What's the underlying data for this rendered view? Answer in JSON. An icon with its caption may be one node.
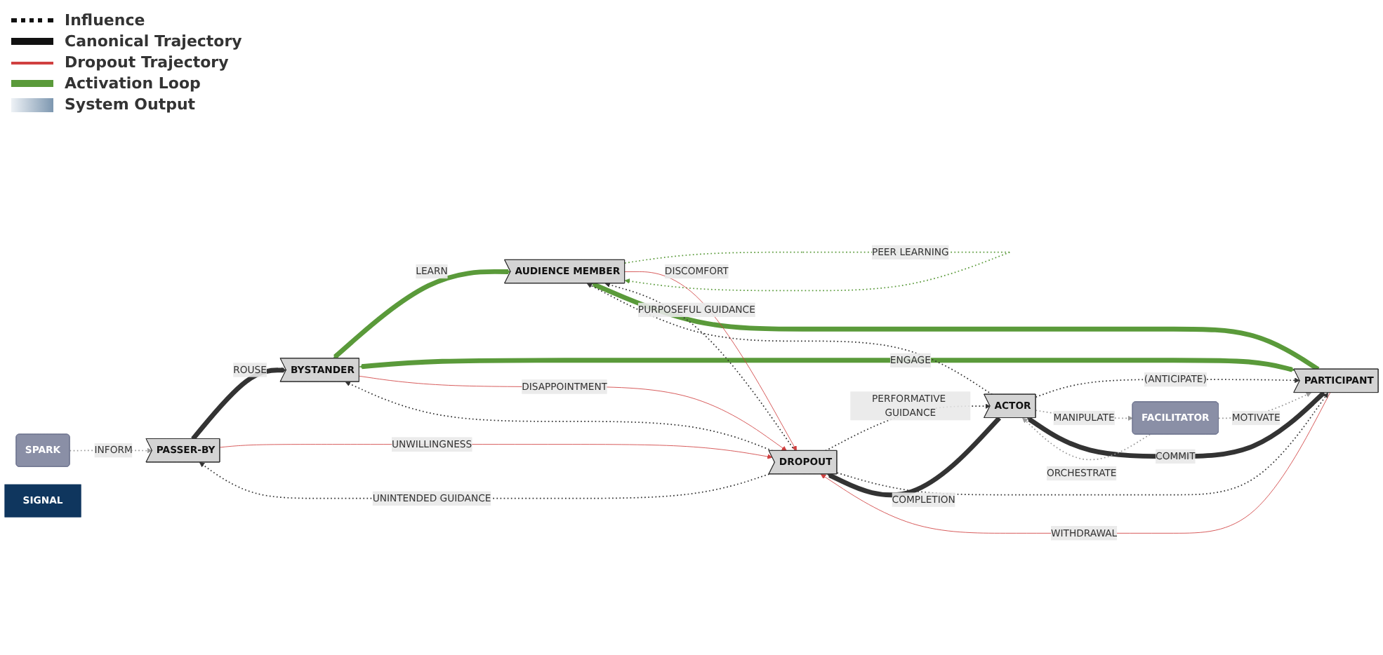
{
  "diagram": {
    "nodes": [
      {
        "text": [
          "SPARK"
        ]
      },
      {
        "text": [
          "FACILITATOR"
        ]
      },
      {
        "text": [
          "PASSER-BY"
        ]
      },
      {
        "text": [
          "BYSTANDER"
        ]
      },
      {
        "text": [
          "AUDIENCE MEMBER"
        ]
      },
      {
        "text": [
          "PARTICIPANT"
        ]
      },
      {
        "text": [
          "ACTOR"
        ]
      },
      {
        "text": [
          "DROPOUT"
        ]
      },
      {
        "text": [
          "SIGNAL"
        ]
      }
    ],
    "edges": [
      {
        "from": 0,
        "to": 2,
        "arrow": "to",
        "label": "INFORM",
        "style": "dashed",
        "color": "#999999"
      },
      {
        "from": 2,
        "to": 3,
        "arrow": "to",
        "label": "ROUSE",
        "style": "thick"
      },
      {
        "from": 2,
        "to": 7,
        "arrow": "to",
        "label": "UNWILLINGNESS",
        "color": "#d04040"
      },
      {
        "from": 3,
        "to": 4,
        "arrow": "both",
        "label": "LEARN",
        "style": "thick",
        "color": "#5a9a3a"
      },
      {
        "from": 3,
        "to": 5,
        "arrow": "both",
        "label": "ENGAGE",
        "style": "thick",
        "color": "#5a9a3a"
      },
      {
        "from": 5,
        "to": 4,
        "arrow": "to",
        "style": "thick",
        "color": "#5a9a3a"
      },
      {
        "from": 4,
        "to": 4,
        "arrow": "to",
        "label": "PEER LEARNING",
        "style": "dashed",
        "color": "#5a9a3a"
      },
      {
        "from": 3,
        "to": 7,
        "arrow": "to",
        "label": "DISAPPOINTMENT",
        "color": "#d04040"
      },
      {
        "from": 4,
        "to": 7,
        "arrow": "to",
        "label": "DISCOMFORT",
        "color": "#d04040"
      },
      {
        "from": 5,
        "to": 6,
        "arrow": "to",
        "label": "COMMIT",
        "style": "thick"
      },
      {
        "from": 5,
        "to": 7,
        "arrow": "to",
        "label": "WITHDRAWAL",
        "color": "#d04040"
      },
      {
        "from": 6,
        "to": 7,
        "arrow": "to",
        "label": "COMPLETION",
        "style": "thick"
      },
      {
        "from": 7,
        "to": 2,
        "arrow": "to",
        "label": "UNINTENDED GUIDANCE",
        "style": "dashed"
      },
      {
        "from": 7,
        "to": 4,
        "arrow": "to",
        "label": "PURPOSEFUL GUIDANCE",
        "style": "dashed"
      },
      {
        "from": 7,
        "to": 3,
        "arrow": "to",
        "style": "dashed"
      },
      {
        "from": 7,
        "to": 6,
        "arrow": "to",
        "label": "PERFORMATIVE GUIDANCE",
        "style": "dashed"
      },
      {
        "from": 7,
        "to": 5,
        "arrow": "to",
        "style": "dashed"
      },
      {
        "from": 6,
        "to": 5,
        "arrow": "to",
        "label": "(ANTICIPATE)",
        "style": "dashed"
      },
      {
        "from": 6,
        "to": 4,
        "arrow": "to",
        "style": "dashed"
      },
      {
        "from": 1,
        "to": 5,
        "arrow": "to",
        "label": "MOTIVATE",
        "style": "dashed",
        "color": "#999999"
      },
      {
        "from": 1,
        "to": 6,
        "arrow": "to",
        "label": "ORCHESTRATE",
        "style": "dashed",
        "color": "#999999"
      },
      {
        "from": 6,
        "to": 1,
        "arrow": "to",
        "label": "MANIPULATE",
        "style": "dashed",
        "color": "#999999"
      }
    ],
    "legend": [
      {
        "text": "Influence"
      },
      {
        "text": "Canonical Trajectory"
      },
      {
        "text": "Dropout Trajectory"
      },
      {
        "text": "Activation Loop"
      },
      {
        "text": "System Output"
      }
    ]
  }
}
